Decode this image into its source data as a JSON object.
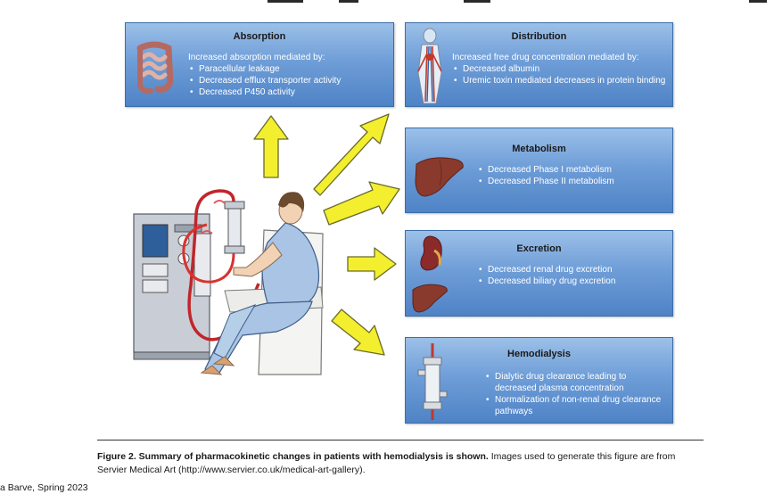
{
  "boxes": {
    "absorption": {
      "title": "Absorption",
      "intro": "Increased absorption mediated by:",
      "items": [
        "Paracellular leakage",
        "Decreased efflux transporter activity",
        "Decreased P450 activity"
      ]
    },
    "distribution": {
      "title": "Distribution",
      "intro": "Increased free drug concentration mediated by:",
      "items": [
        "Decreased albumin",
        "Uremic toxin mediated decreases in protein binding"
      ]
    },
    "metabolism": {
      "title": "Metabolism",
      "items": [
        "Decreased Phase I metabolism",
        "Decreased Phase II metabolism"
      ]
    },
    "excretion": {
      "title": "Excretion",
      "items": [
        "Decreased renal drug excretion",
        "Decreased biliary drug excretion"
      ]
    },
    "hemodialysis": {
      "title": "Hemodialysis",
      "items": [
        "Dialytic drug clearance leading to decreased plasma concentration",
        "Normalization of non-renal drug clearance pathways"
      ]
    }
  },
  "caption": {
    "label": "Figure 2. Summary of pharmacokinetic changes in patients with hemodialysis is shown.",
    "text": " Images used to generate this figure are from Servier Medical Art (http://www.servier.co.uk/medical-art-gallery)."
  },
  "footer": "a Barve, Spring 2023",
  "colors": {
    "box_top": "#9cc0e8",
    "box_bottom": "#4f83c6",
    "arrow_fill": "#f3ef2e",
    "arrow_stroke": "#6a6a2a",
    "organ": "#8a3a2c"
  }
}
